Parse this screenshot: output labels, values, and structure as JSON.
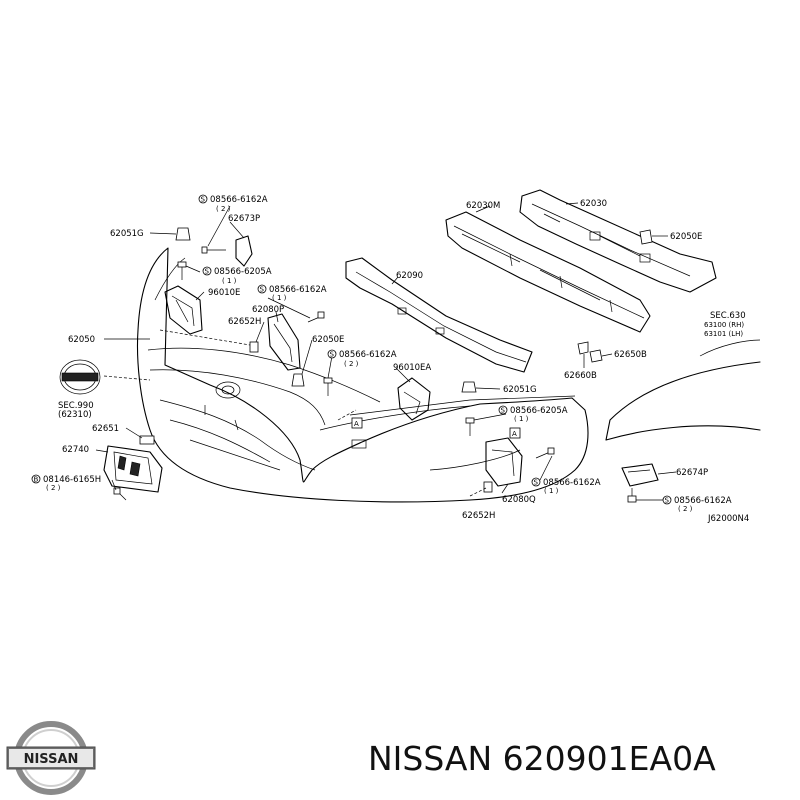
{
  "labels": {
    "p62051g": "62051G",
    "p08566_6162a_top": "08566-6162A",
    "p08566_6162a_top_qty": "( 2 )",
    "p62673p": "62673P",
    "p08566_6205a_left": "08566-6205A",
    "p08566_6205a_left_qty": "( 1 )",
    "p96010e": "96010E",
    "p08566_6162a_mid": "08566-6162A",
    "p08566_6162a_mid_qty": "( 1 )",
    "p62080p": "62080P",
    "p62652h_top": "62652H",
    "p62050": "62050",
    "p62050e_mid": "62050E",
    "p08566_6162a_c": "08566-6162A",
    "p08566_6162a_c_qty": "( 2 )",
    "sec990": "SEC.990",
    "sec990_ref": "(62310)",
    "p62651": "62651",
    "p62740": "62740",
    "p08146_6165h": "08146-6165H",
    "p08146_6165h_qty": "( 2 )",
    "p62090": "62090",
    "p96010ea": "96010EA",
    "p62051g_right": "62051G",
    "p08566_6205a_right": "08566-6205A",
    "p08566_6205a_right_qty": "( 1 )",
    "p08566_6162a_right": "08566-6162A",
    "p08566_6162a_right_qty": "( 1 )",
    "p62080q": "62080Q",
    "p62652h_bottom": "62652H",
    "p62030m": "62030M",
    "p62030": "62030",
    "p62050e_right": "62050E",
    "sec630": "SEC.630",
    "sec630_rh": "63100 (RH)",
    "sec630_lh": "63101 (LH)",
    "p62650b": "62650B",
    "p62660b": "62660B",
    "p62674p": "62674P",
    "p08566_6162a_far": "08566-6162A",
    "p08566_6162a_far_qty": "( 2 )",
    "diagram_code": "J62000N4",
    "marker_a": "A",
    "bolt_s": "S",
    "bolt_b": "B"
  },
  "brand": {
    "logo_text": "NISSAN"
  },
  "caption": "NISSAN 620901EA0A",
  "colors": {
    "ink": "#000000",
    "caption": "#111111",
    "logo_ring": "#8a8a8a"
  }
}
